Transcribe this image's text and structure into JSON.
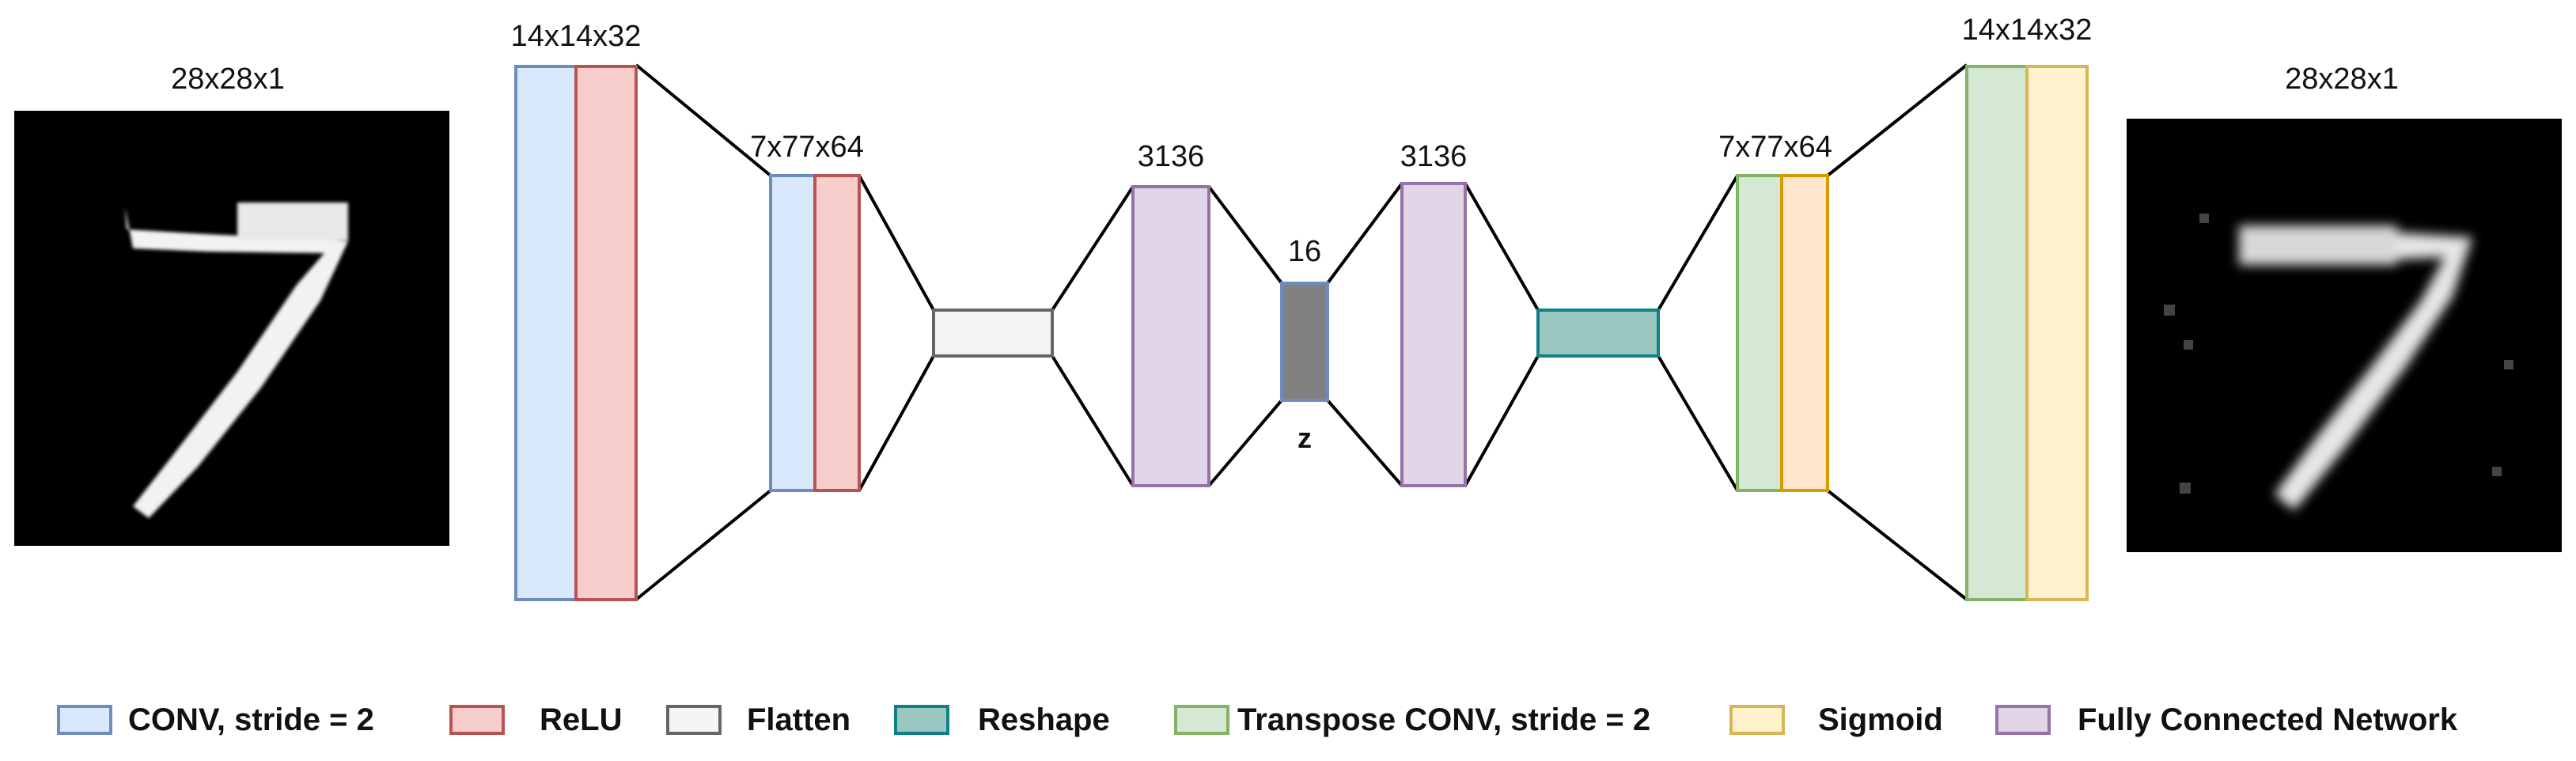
{
  "labels": {
    "input_dim": "28x28x1",
    "enc_conv1_dim": "14x14x32",
    "enc_conv2_dim": "7x77x64",
    "enc_fc_dim": "3136",
    "latent_dim": "16",
    "latent_name": "z",
    "dec_fc_dim": "3136",
    "dec_conv1_dim": "7x77x64",
    "dec_conv2_dim": "14x14x32",
    "output_dim": "28x28x1"
  },
  "legend": [
    {
      "label": "CONV, stride = 2",
      "fill": "#dae8fc",
      "stroke": "#6c8ebf"
    },
    {
      "label": "ReLU",
      "fill": "#f8cecc",
      "stroke": "#b85450"
    },
    {
      "label": "Flatten",
      "fill": "#f5f5f5",
      "stroke": "#666666"
    },
    {
      "label": "Reshape",
      "fill": "#9ac7bf",
      "stroke": "#0e8088"
    },
    {
      "label": "Transpose CONV, stride = 2",
      "fill": "#d5e8d4",
      "stroke": "#82b366"
    },
    {
      "label": "Sigmoid",
      "fill": "#fff2cc",
      "stroke": "#d6b656"
    },
    {
      "label": "Fully Connected Network",
      "fill": "#e1d5e7",
      "stroke": "#9673a6"
    }
  ],
  "colors": {
    "latent_fill": "#808080",
    "latent_stroke": "#6c8ebf",
    "relu_dec_fill": "#ffe6cc",
    "relu_dec_stroke": "#d79b00",
    "line": "#000000"
  },
  "icons": {
    "input_image": "handwritten-digit-seven-image",
    "output_image": "reconstructed-digit-seven-image"
  }
}
